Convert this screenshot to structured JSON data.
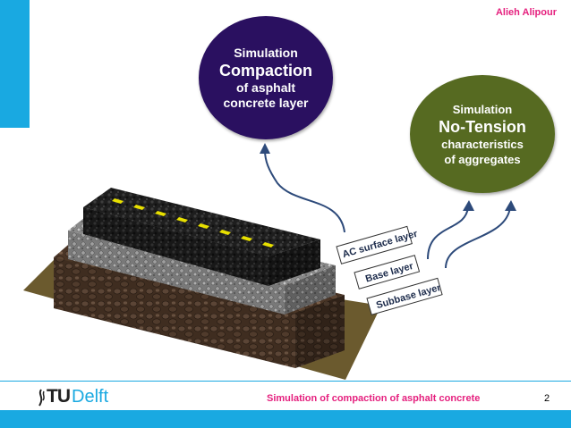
{
  "author": "Alieh Alipour",
  "circle1": {
    "line1": "Simulation",
    "line2": "Compaction",
    "line3": "of asphalt",
    "line4": "concrete layer"
  },
  "circle2": {
    "line1": "Simulation",
    "line2": "No-Tension",
    "line3": "characteristics",
    "line4": "of aggregates"
  },
  "labels": {
    "ac": "AC surface layer",
    "base": "Base layer",
    "subbase": "Subbase layer"
  },
  "footer": {
    "logo_tu": "TU",
    "logo_delft": "Delft",
    "title": "Simulation of compaction of asphalt concrete",
    "page": "2"
  },
  "colors": {
    "accent": "#19a9e1",
    "author": "#e5207e",
    "circle1": "#2a1060",
    "circle2": "#566a21"
  }
}
